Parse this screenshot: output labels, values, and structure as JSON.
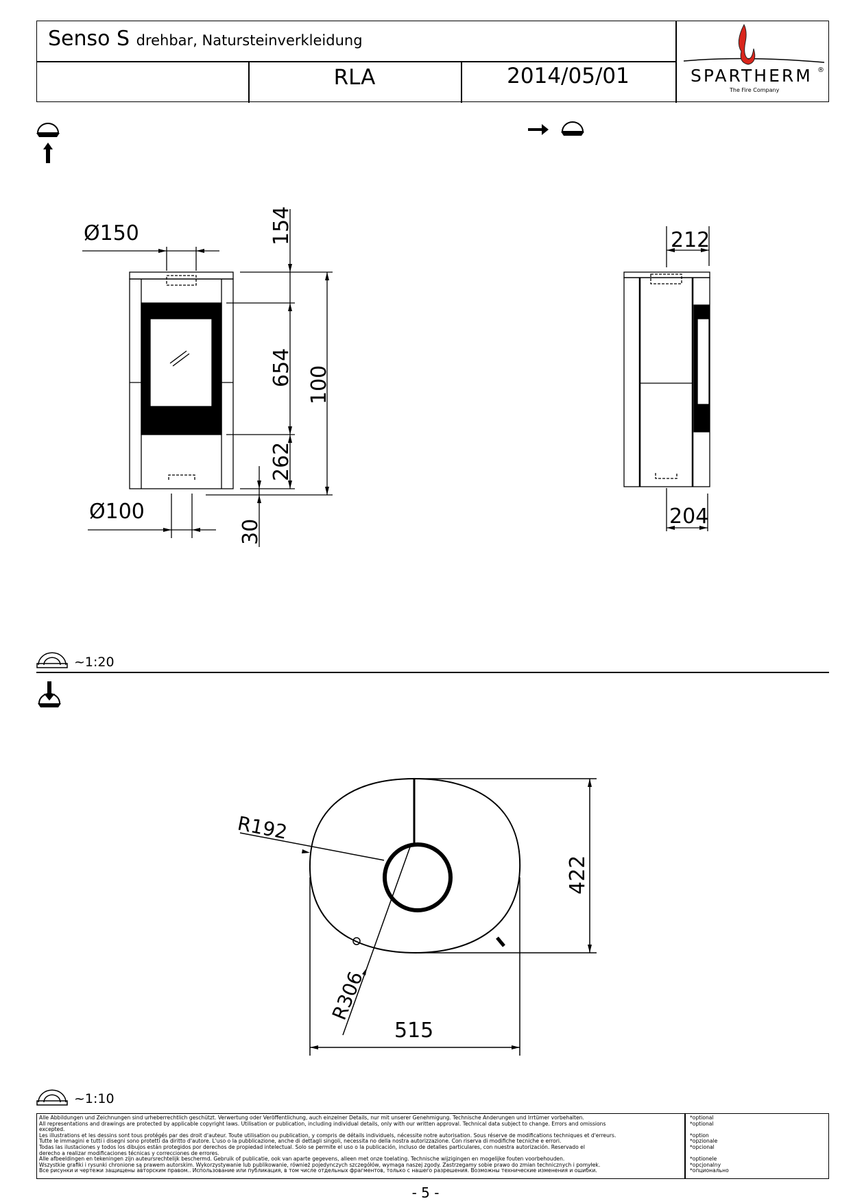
{
  "header": {
    "model": "Senso S",
    "subtitle": "drehbar, Natursteinverkleidung",
    "code": "RLA",
    "date": "2014/05/01",
    "logo": {
      "brand": "SPARTHERM",
      "tagline": "The Fire Company",
      "registered": "®",
      "flame_color": "#d9261c"
    }
  },
  "views": {
    "front": {
      "flue_top": "Ø150",
      "flue_bottom": "Ø100",
      "dim_top": "154",
      "dim_firebox": "654",
      "dim_base": "262",
      "dim_total": "100",
      "dim_feet": "30"
    },
    "side": {
      "dim_top": "212",
      "dim_bottom": "204"
    },
    "scale_elevation": "~1:20",
    "plan": {
      "r_inner": "R192",
      "r_outer": "R306",
      "depth": "422",
      "width": "515"
    },
    "scale_plan": "~1:10"
  },
  "footer": {
    "legal": [
      "Alle Abbildungen und Zeichnungen sind urheberrechtlich geschützt. Verwertung oder Veröffentlichung, auch einzelner Details, nur mit unserer Genehmigung. Technische Änderungen und Irrtümer vorbehalten.",
      "All representations and drawings are protected by applicable copyright laws. Utilisation or publication, including individual details, only with our written approval. Technical data subject to change. Errors and omissions",
      "excepted.",
      "Les illustrations et les dessins sont tous protégés par des droit d'auteur. Toute utilisation ou publication, y compris de détails individuels, nécessite notre autorisation. Sous réserve de modifications techniques et d'erreurs.",
      "Tutte le immagini e tutti i disegni sono protetti da diritto d'autore. L'uso o la pubblicazione, anche di dettagli singoli, necessita no della nostra autorizzazione. Con riserva di modifiche tecniche e errori.",
      "Todas las ilustaciones y todos los dibujos están protegidos por derechos de propiedad intelectual. Solo se permite el uso o la publicación, incluso de detalles particulares, con nuestra autorización. Reservado el",
      "derecho a realizar modificaciones técnicas y correcciones de errores.",
      "Alle afbeeldingen en tekeningen zijn auteursrechtelijk beschermd. Gebruik of publicatie, ook van aparte gegevens, alleen met onze toelating. Technische wijzigingen en mogelijke fouten voorbehouden.",
      "Wszystkie grafiki i rysunki chronione są prawem autorskim. Wykorzystywanie lub publikowanie, również pojedynczych szczegółów, wymaga naszej zgody. Zastrzegamy sobie prawo do zmian technicznych i pomyłek.",
      "Все рисунки и чертежи защищены авторским правом.. Использование или публикация, в том числе отдельных фрагментов, только с нашего разрешения. Возможны технические изменения и ошибки."
    ],
    "optional": [
      "*optional",
      "*optional",
      "",
      "*option",
      "*opzionale",
      "*opcional",
      "",
      "*optionele",
      "*opcjonalny",
      "*опционально"
    ]
  },
  "page_number": "- 5 -"
}
